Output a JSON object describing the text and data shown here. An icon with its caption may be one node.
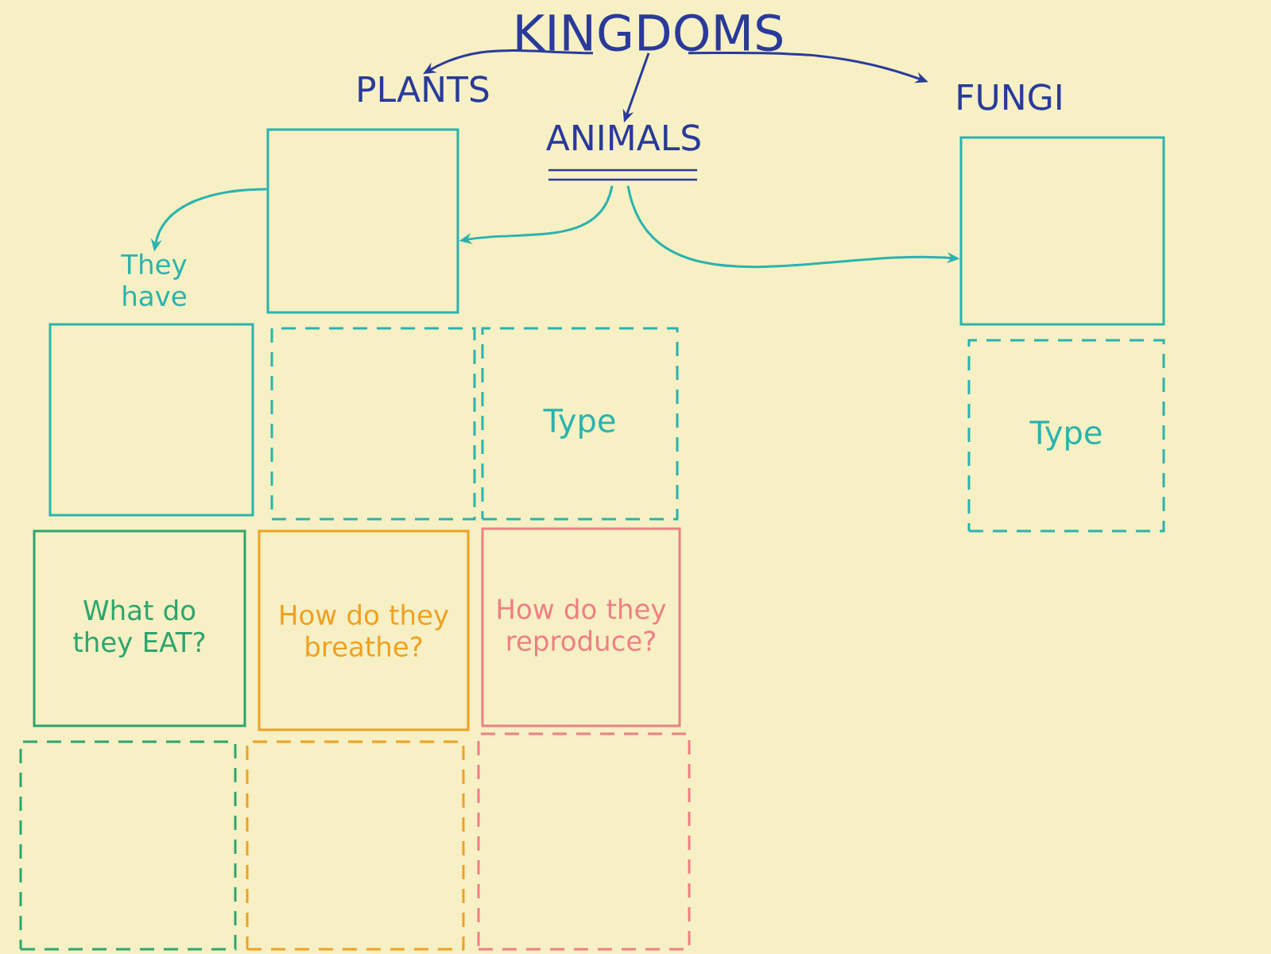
{
  "diagram": {
    "nodes": [
      {
        "text": [
          "KINGDOMS"
        ]
      },
      {
        "text": [
          "PLANTS"
        ]
      },
      {
        "text": [
          "ANIMALS"
        ]
      },
      {
        "text": [
          "FUNGI"
        ]
      },
      {
        "text": [],
        "shape": "box"
      },
      {
        "text": [
          "They have"
        ]
      },
      {
        "text": [],
        "shape": "box"
      },
      {
        "text": [],
        "shape": "box"
      },
      {
        "text": [],
        "shape": "box"
      },
      {
        "text": [
          "Type"
        ]
      },
      {
        "text": [
          "Type"
        ]
      },
      {
        "text": [
          "What do they EAT?"
        ]
      },
      {
        "text": [
          "How do they breathe?"
        ]
      },
      {
        "text": [
          "How do they reproduce?"
        ]
      },
      {
        "text": [],
        "shape": "box"
      },
      {
        "text": [],
        "shape": "box"
      },
      {
        "text": [],
        "shape": "box"
      }
    ],
    "edges": [
      {
        "from": 0,
        "to": 1,
        "arrow": "to"
      },
      {
        "from": 0,
        "to": 2,
        "arrow": "to"
      },
      {
        "from": 0,
        "to": 3,
        "arrow": "to"
      },
      {
        "from": 2,
        "to": 4,
        "arrow": "to",
        "color": "#2ab3ae"
      },
      {
        "from": 2,
        "to": 6,
        "arrow": "to",
        "color": "#2ab3ae"
      },
      {
        "from": 4,
        "to": 5,
        "arrow": "to",
        "color": "#2ab3ae"
      }
    ]
  }
}
